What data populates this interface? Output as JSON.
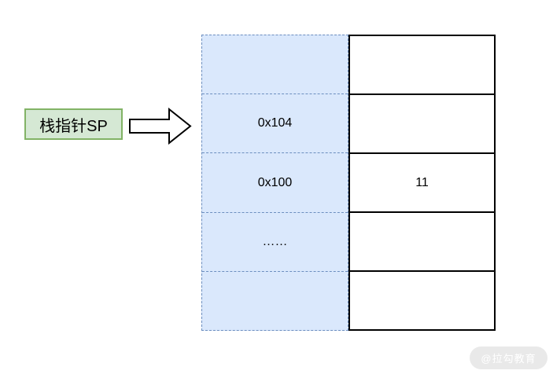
{
  "pointer": {
    "label": "栈指针SP",
    "fill": "#d5e8d4",
    "stroke": "#82b366"
  },
  "arrow": {
    "direction": "right",
    "fill": "#ffffff",
    "stroke": "#000000"
  },
  "memory": {
    "address_column": {
      "fill": "#dae8fc",
      "stroke": "#6c8ebf",
      "border_style": "dashed",
      "rows": [
        "",
        "0x104",
        "0x100",
        "……",
        ""
      ]
    },
    "value_column": {
      "fill": "#ffffff",
      "stroke": "#000000",
      "border_style": "solid",
      "rows": [
        "",
        "",
        "11",
        "",
        ""
      ]
    }
  },
  "watermark": {
    "text": "@拉勾教育"
  }
}
